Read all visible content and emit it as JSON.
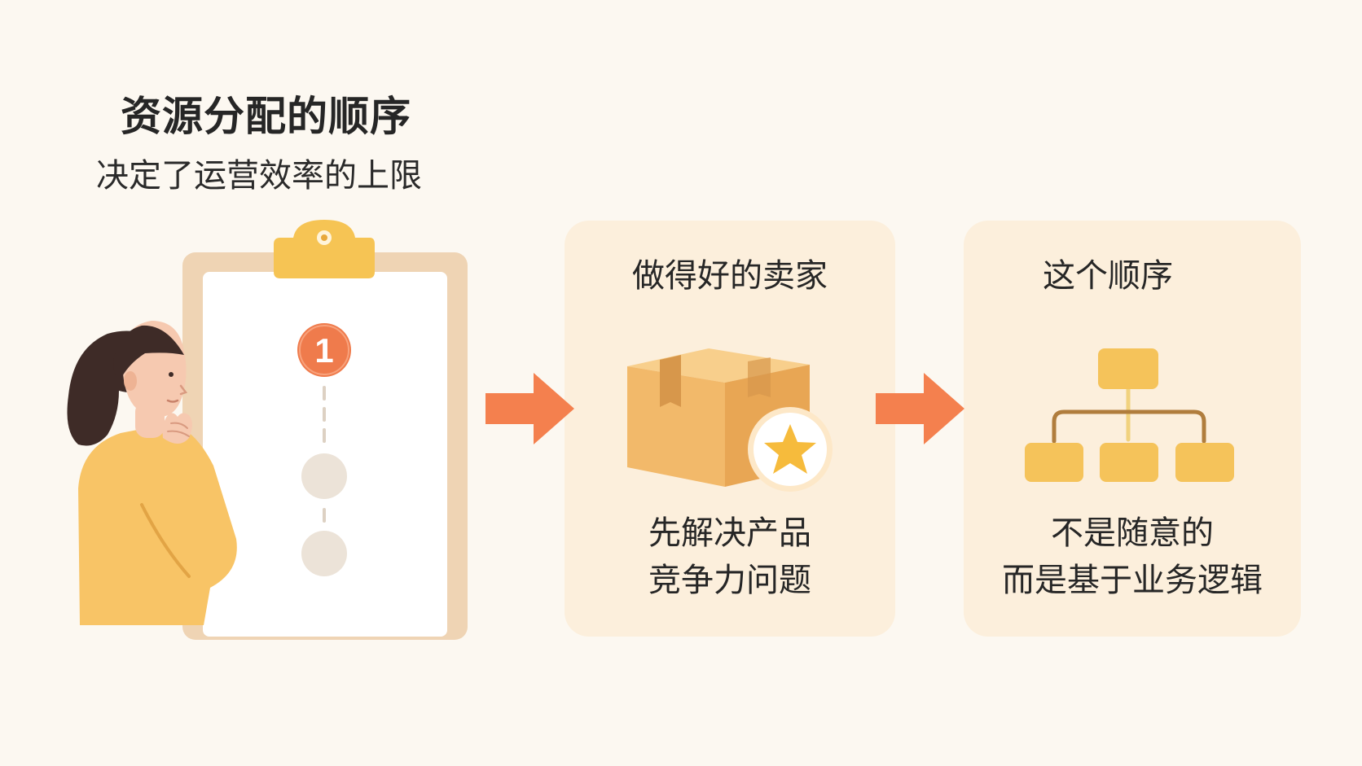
{
  "header": {
    "title": "资源分配的顺序",
    "subtitle": "决定了运营效率的上限"
  },
  "clipboard": {
    "step_number": "1"
  },
  "cards": [
    {
      "title": "做得好的卖家",
      "line1": "先解决产品",
      "line2": "竞争力问题"
    },
    {
      "title": "这个顺序",
      "line1": "不是随意的",
      "line2": "而是基于业务逻辑"
    }
  ],
  "colors": {
    "background": "#fcf8f1",
    "card": "#fcefdc",
    "arrow": "#f4804e",
    "badge": "#ef7b4c",
    "box": "#f2b96a",
    "hierarchy": "#f5c35a",
    "shirt": "#f8c466",
    "hair": "#3e2b27"
  }
}
